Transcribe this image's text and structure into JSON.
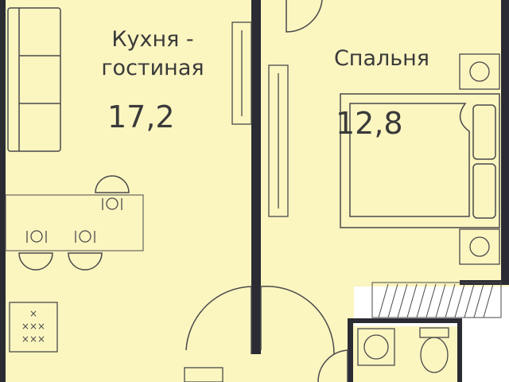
{
  "colors": {
    "floor": "#fbf5c0",
    "wall": "#2b2b33",
    "furniture_line": "#4a4a4a",
    "text": "#3a3a3a"
  },
  "rooms": {
    "kitchen_living": {
      "name_line1": "Кухня -",
      "name_line2": "гостиная",
      "area": "17,2"
    },
    "bedroom": {
      "name": "Спальня",
      "area": "12,8"
    }
  },
  "icons": [
    "sofa-icon",
    "dining-table-icon",
    "place-setting-icon",
    "stove-icon",
    "bed-icon",
    "nightstand-icon",
    "wardrobe-icon",
    "toilet-icon",
    "washing-machine-icon",
    "door-icon"
  ]
}
